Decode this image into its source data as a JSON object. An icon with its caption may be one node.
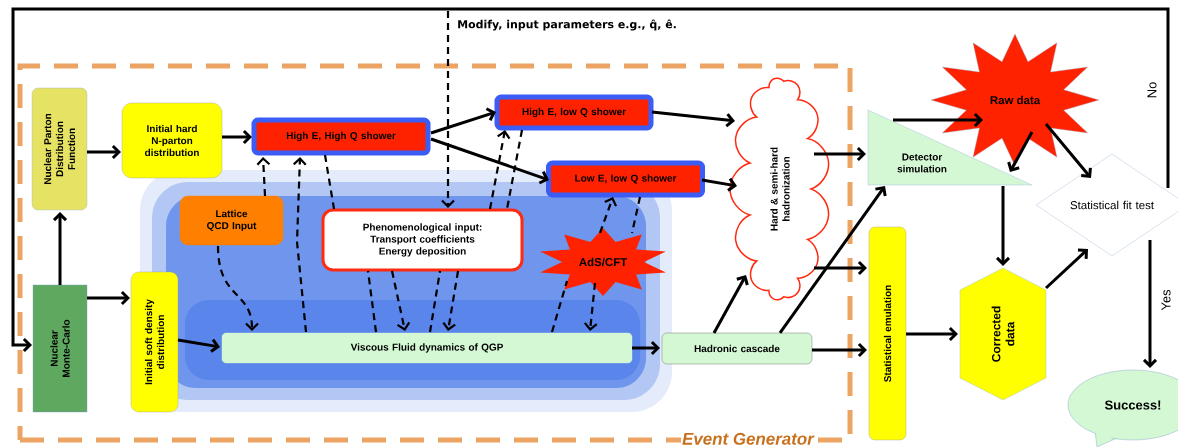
{
  "diagram": {
    "nodes": [
      {
        "text": [
          "Event Generator"
        ]
      },
      {
        "text": [
          "Nuclear Parton Distribution Function"
        ],
        "in": 0
      },
      {
        "text": [
          "Initial hard N-parton distribution"
        ],
        "in": 0
      },
      {
        "text": [
          "High E, High Q shower"
        ],
        "in": 0
      },
      {
        "text": [
          "High E, low Q shower"
        ],
        "in": 0
      },
      {
        "text": [
          "Low E, low Q shower"
        ],
        "in": 0
      },
      {
        "text": [
          "Lattice QCD Input"
        ],
        "in": 0
      },
      {
        "text": [
          "Phenomenological input:",
          "Transport coefficients Energy deposition"
        ],
        "in": 0
      },
      {
        "text": [
          "AdS/CFT"
        ],
        "in": 0
      },
      {
        "text": [
          "Hard & semi-hard hadronization"
        ],
        "in": 0
      },
      {
        "text": [
          "Nuclear Monte-Carlo"
        ],
        "in": 0
      },
      {
        "text": [
          "Initial soft density distribution"
        ],
        "in": 0
      },
      {
        "text": [
          "Viscous Fluid dynamics of QGP"
        ],
        "in": 0
      },
      {
        "text": [
          "Hadronic cascade"
        ],
        "in": 0
      },
      {
        "text": [
          "Detector simulation"
        ]
      },
      {
        "text": [
          "Statistical emulation"
        ]
      },
      {
        "text": [
          "Raw data"
        ]
      },
      {
        "text": [
          "Corrected data"
        ]
      },
      {
        "text": [
          "Statistical fit test"
        ]
      },
      {
        "text": [
          "Success!"
        ]
      }
    ],
    "edges": [
      {
        "from": 10,
        "to": 1,
        "arrow": "to"
      },
      {
        "from": 1,
        "to": 2,
        "arrow": "to"
      },
      {
        "from": 2,
        "to": 3,
        "arrow": "to"
      },
      {
        "from": 3,
        "to": 4,
        "arrow": "to"
      },
      {
        "from": 3,
        "to": 5,
        "arrow": "to"
      },
      {
        "from": 4,
        "to": 9,
        "arrow": "to"
      },
      {
        "from": 5,
        "to": 9,
        "arrow": "to"
      },
      {
        "from": 10,
        "to": 11,
        "arrow": "to"
      },
      {
        "from": 11,
        "to": 12,
        "arrow": "to"
      },
      {
        "from": 12,
        "to": 13,
        "arrow": "to"
      },
      {
        "from": 13,
        "to": 9,
        "arrow": "to"
      },
      {
        "from": 13,
        "to": 14,
        "arrow": "to"
      },
      {
        "from": 9,
        "to": 14,
        "arrow": "to"
      },
      {
        "from": 9,
        "to": 15,
        "arrow": "to"
      },
      {
        "from": 13,
        "to": 15,
        "arrow": "to"
      },
      {
        "from": 14,
        "to": 16,
        "arrow": "to"
      },
      {
        "from": 16,
        "to": 14,
        "arrow": "to"
      },
      {
        "from": 14,
        "to": 17,
        "arrow": "to"
      },
      {
        "from": 16,
        "to": 18,
        "arrow": "to"
      },
      {
        "from": 15,
        "to": 17,
        "arrow": "to"
      },
      {
        "from": 17,
        "to": 18,
        "arrow": "to"
      },
      {
        "from": 18,
        "to": 19,
        "arrow": "to",
        "label": "Yes"
      },
      {
        "from": 18,
        "to": 10,
        "arrow": "to",
        "label": "No"
      },
      {
        "from": null,
        "to": 7,
        "arrow": "to",
        "style": "dashed",
        "label": "Modify, input parameters e.g., q̂, ê."
      },
      {
        "from": 6,
        "to": 3,
        "arrow": "to",
        "style": "dashed"
      },
      {
        "from": 12,
        "to": 3,
        "arrow": "to",
        "style": "dashed"
      },
      {
        "from": 3,
        "to": 7,
        "arrow": "none",
        "style": "dashed"
      },
      {
        "from": 6,
        "to": 12,
        "arrow": "to",
        "style": "dashed"
      },
      {
        "from": 12,
        "to": 7,
        "arrow": "none",
        "style": "dashed"
      },
      {
        "from": 7,
        "to": 12,
        "arrow": "to",
        "style": "dashed"
      },
      {
        "from": 12,
        "to": 7,
        "arrow": "none",
        "style": "dashed"
      },
      {
        "from": 7,
        "to": 12,
        "arrow": "to",
        "style": "dashed"
      },
      {
        "from": 7,
        "to": 4,
        "arrow": "to",
        "style": "dashed"
      },
      {
        "from": 4,
        "to": 7,
        "arrow": "none",
        "style": "dashed"
      },
      {
        "from": 8,
        "to": 5,
        "arrow": "to",
        "style": "dashed"
      },
      {
        "from": 5,
        "to": 8,
        "arrow": "none",
        "style": "dashed"
      },
      {
        "from": 12,
        "to": 8,
        "arrow": "none",
        "style": "dashed"
      },
      {
        "from": 8,
        "to": 12,
        "arrow": "to",
        "style": "dashed"
      }
    ]
  }
}
